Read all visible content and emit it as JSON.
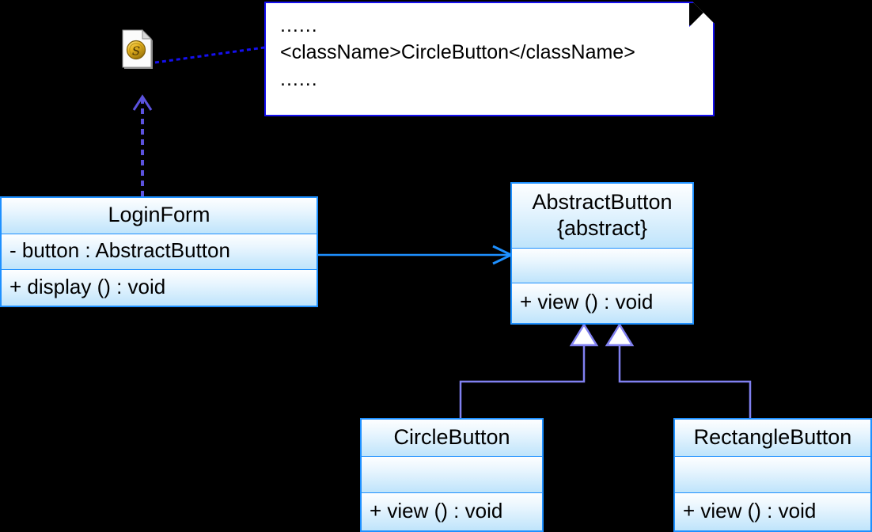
{
  "diagram": {
    "title": "UML Class Diagram",
    "background_color": "#000000",
    "class_border_color": "#1e90ff",
    "class_fill_color": "#bfe4fb",
    "note_border_color": "#1510ef",
    "inheritance_line_color": "#8080f0",
    "association_line_color": "#1e90ff",
    "dependency_line_color": "#6a5ae0"
  },
  "note": {
    "name": "xml-config-note",
    "lines": [
      "......",
      "<className>CircleButton</className>",
      "......"
    ]
  },
  "icons": {
    "document": "xml-document-icon"
  },
  "classes": {
    "loginform": {
      "name": "LoginForm",
      "stereotype": "",
      "attributes": [
        "-  button  :  AbstractButton"
      ],
      "operations": [
        "+  display ()  :  void"
      ]
    },
    "abstractbutton": {
      "name": "AbstractButton",
      "stereotype": "{abstract}",
      "attributes": [
        ""
      ],
      "operations": [
        "+  view ()  :  void"
      ]
    },
    "circlebutton": {
      "name": "CircleButton",
      "stereotype": "",
      "attributes": [
        ""
      ],
      "operations": [
        "+  view ()  :  void"
      ]
    },
    "rectanglebutton": {
      "name": "RectangleButton",
      "stereotype": "",
      "attributes": [
        ""
      ],
      "operations": [
        "+  view ()  :  void"
      ]
    }
  },
  "relationships": [
    {
      "name": "loginform-uses-abstractbutton",
      "type": "association",
      "from": "LoginForm",
      "to": "AbstractButton"
    },
    {
      "name": "circlebutton-extends-abstractbutton",
      "type": "generalization",
      "from": "CircleButton",
      "to": "AbstractButton"
    },
    {
      "name": "rectanglebutton-extends-abstractbutton",
      "type": "generalization",
      "from": "RectangleButton",
      "to": "AbstractButton"
    },
    {
      "name": "loginform-depends-on-config",
      "type": "dependency",
      "from": "LoginForm",
      "to": "xml-document-icon"
    },
    {
      "name": "config-note-anchor",
      "type": "note-anchor",
      "from": "xml-document-icon",
      "to": "xml-config-note"
    }
  ]
}
